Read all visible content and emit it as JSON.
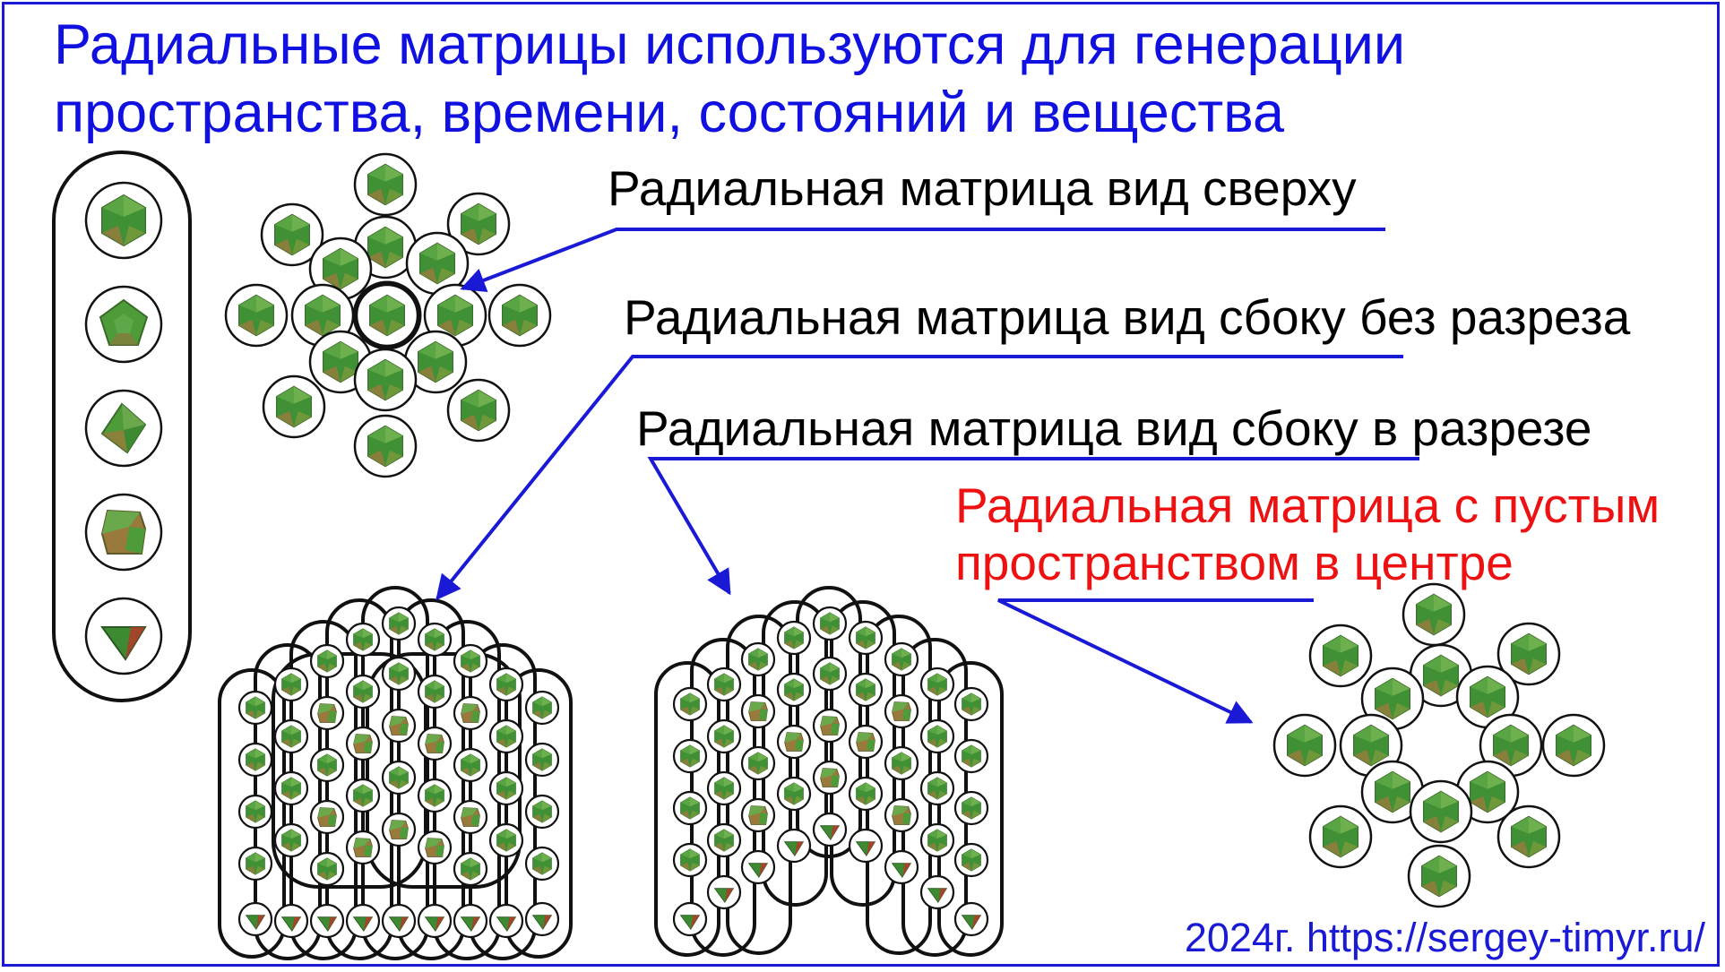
{
  "title": "Радиальные матрицы используются для генерации пространства, времени, состояний и вещества",
  "labels": {
    "top_view": "Радиальная матрица вид сверху",
    "side_view": "Радиальная матрица вид сбоку без разреза",
    "side_section": "Радиальная матрица вид сбоку в разрезе",
    "empty_center": "Радиальная матрица с пустым пространством в центре"
  },
  "footer": "2024г. https://sergey-timyr.ru/",
  "legend_solids": [
    "icosahedron-icon",
    "dodecahedron-icon",
    "octahedron-icon",
    "cube-icon",
    "tetrahedron-icon"
  ],
  "colors": {
    "accent_blue": "#1010e0",
    "red": "#ee1111",
    "solid_green": "#4e9b3a",
    "solid_brown": "#9a7a3c"
  }
}
